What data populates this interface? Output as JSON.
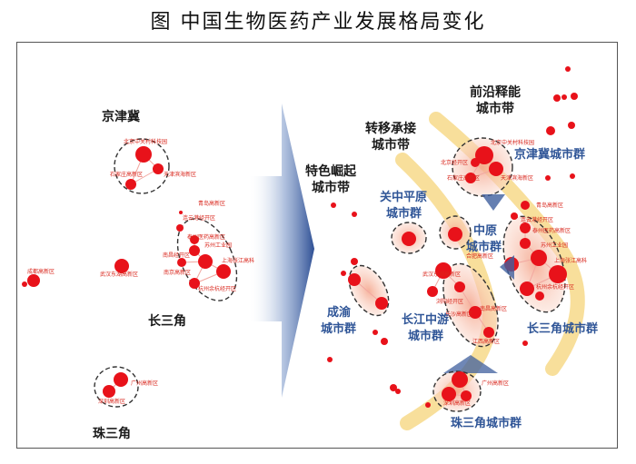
{
  "title": "图  中国生物医药产业发展格局变化",
  "left": {
    "regions": {
      "jjj": "京津冀",
      "csj": "长三角",
      "zsj": "珠三角"
    },
    "cities": {
      "bj": "北京中关村科技园",
      "sjz": "石家庄高新区",
      "tj": "天津滨海新区",
      "qd": "青岛高新区",
      "lyg": "连云港经开区",
      "tz": "泰州医药高新区",
      "sz_ind": "苏州工业园",
      "nc": "南昌经开区",
      "nj": "南京高新区",
      "sh": "上海张江高科",
      "hz": "杭州余杭经开区",
      "cd": "成都高新区",
      "wh": "武汉东湖高新区",
      "gz": "广州高新区",
      "szn": "深圳高新区"
    }
  },
  "right": {
    "belts": {
      "frontier_1": "前沿释能",
      "frontier_2": "城市带",
      "transfer_1": "转移承接",
      "transfer_2": "城市带",
      "feature_1": "特色崛起",
      "feature_2": "城市带"
    },
    "groups": {
      "jjj": "京津冀城市群",
      "gz_1": "关中平原",
      "gz_2": "城市群",
      "zy_1": "中原",
      "zy_2": "城市群",
      "cy_1": "成渝",
      "cy_2": "城市群",
      "cjzy_1": "长江中游",
      "cjzy_2": "城市群",
      "csj": "长三角城市群",
      "zsj": "珠三角城市群"
    },
    "cities": {
      "bj": "北京中关村科技园",
      "bjjk": "北京经开区",
      "sjz": "石家庄高新区",
      "tj": "天津滨海新区",
      "qd": "青岛高新区",
      "lyg": "连云港经开区",
      "tz": "泰州医药高新区",
      "sz_ind": "苏州工业园",
      "hf": "合肥高新区",
      "sh": "上海张江高科",
      "hz": "杭州余杭经开区",
      "wh": "武汉东湖高新区",
      "nc": "南昌高新区",
      "cs": "长沙高新区",
      "lc": "浏阳经开区",
      "jjs": "江西高新区",
      "gz": "广州高新区",
      "szn": "深圳高新区"
    }
  },
  "colors": {
    "dot": "#e8121a",
    "belt": "#f7d98a",
    "arrow": "#3f5f9e",
    "label_blue": "#2f5597",
    "halo": "#f6b7a3"
  }
}
